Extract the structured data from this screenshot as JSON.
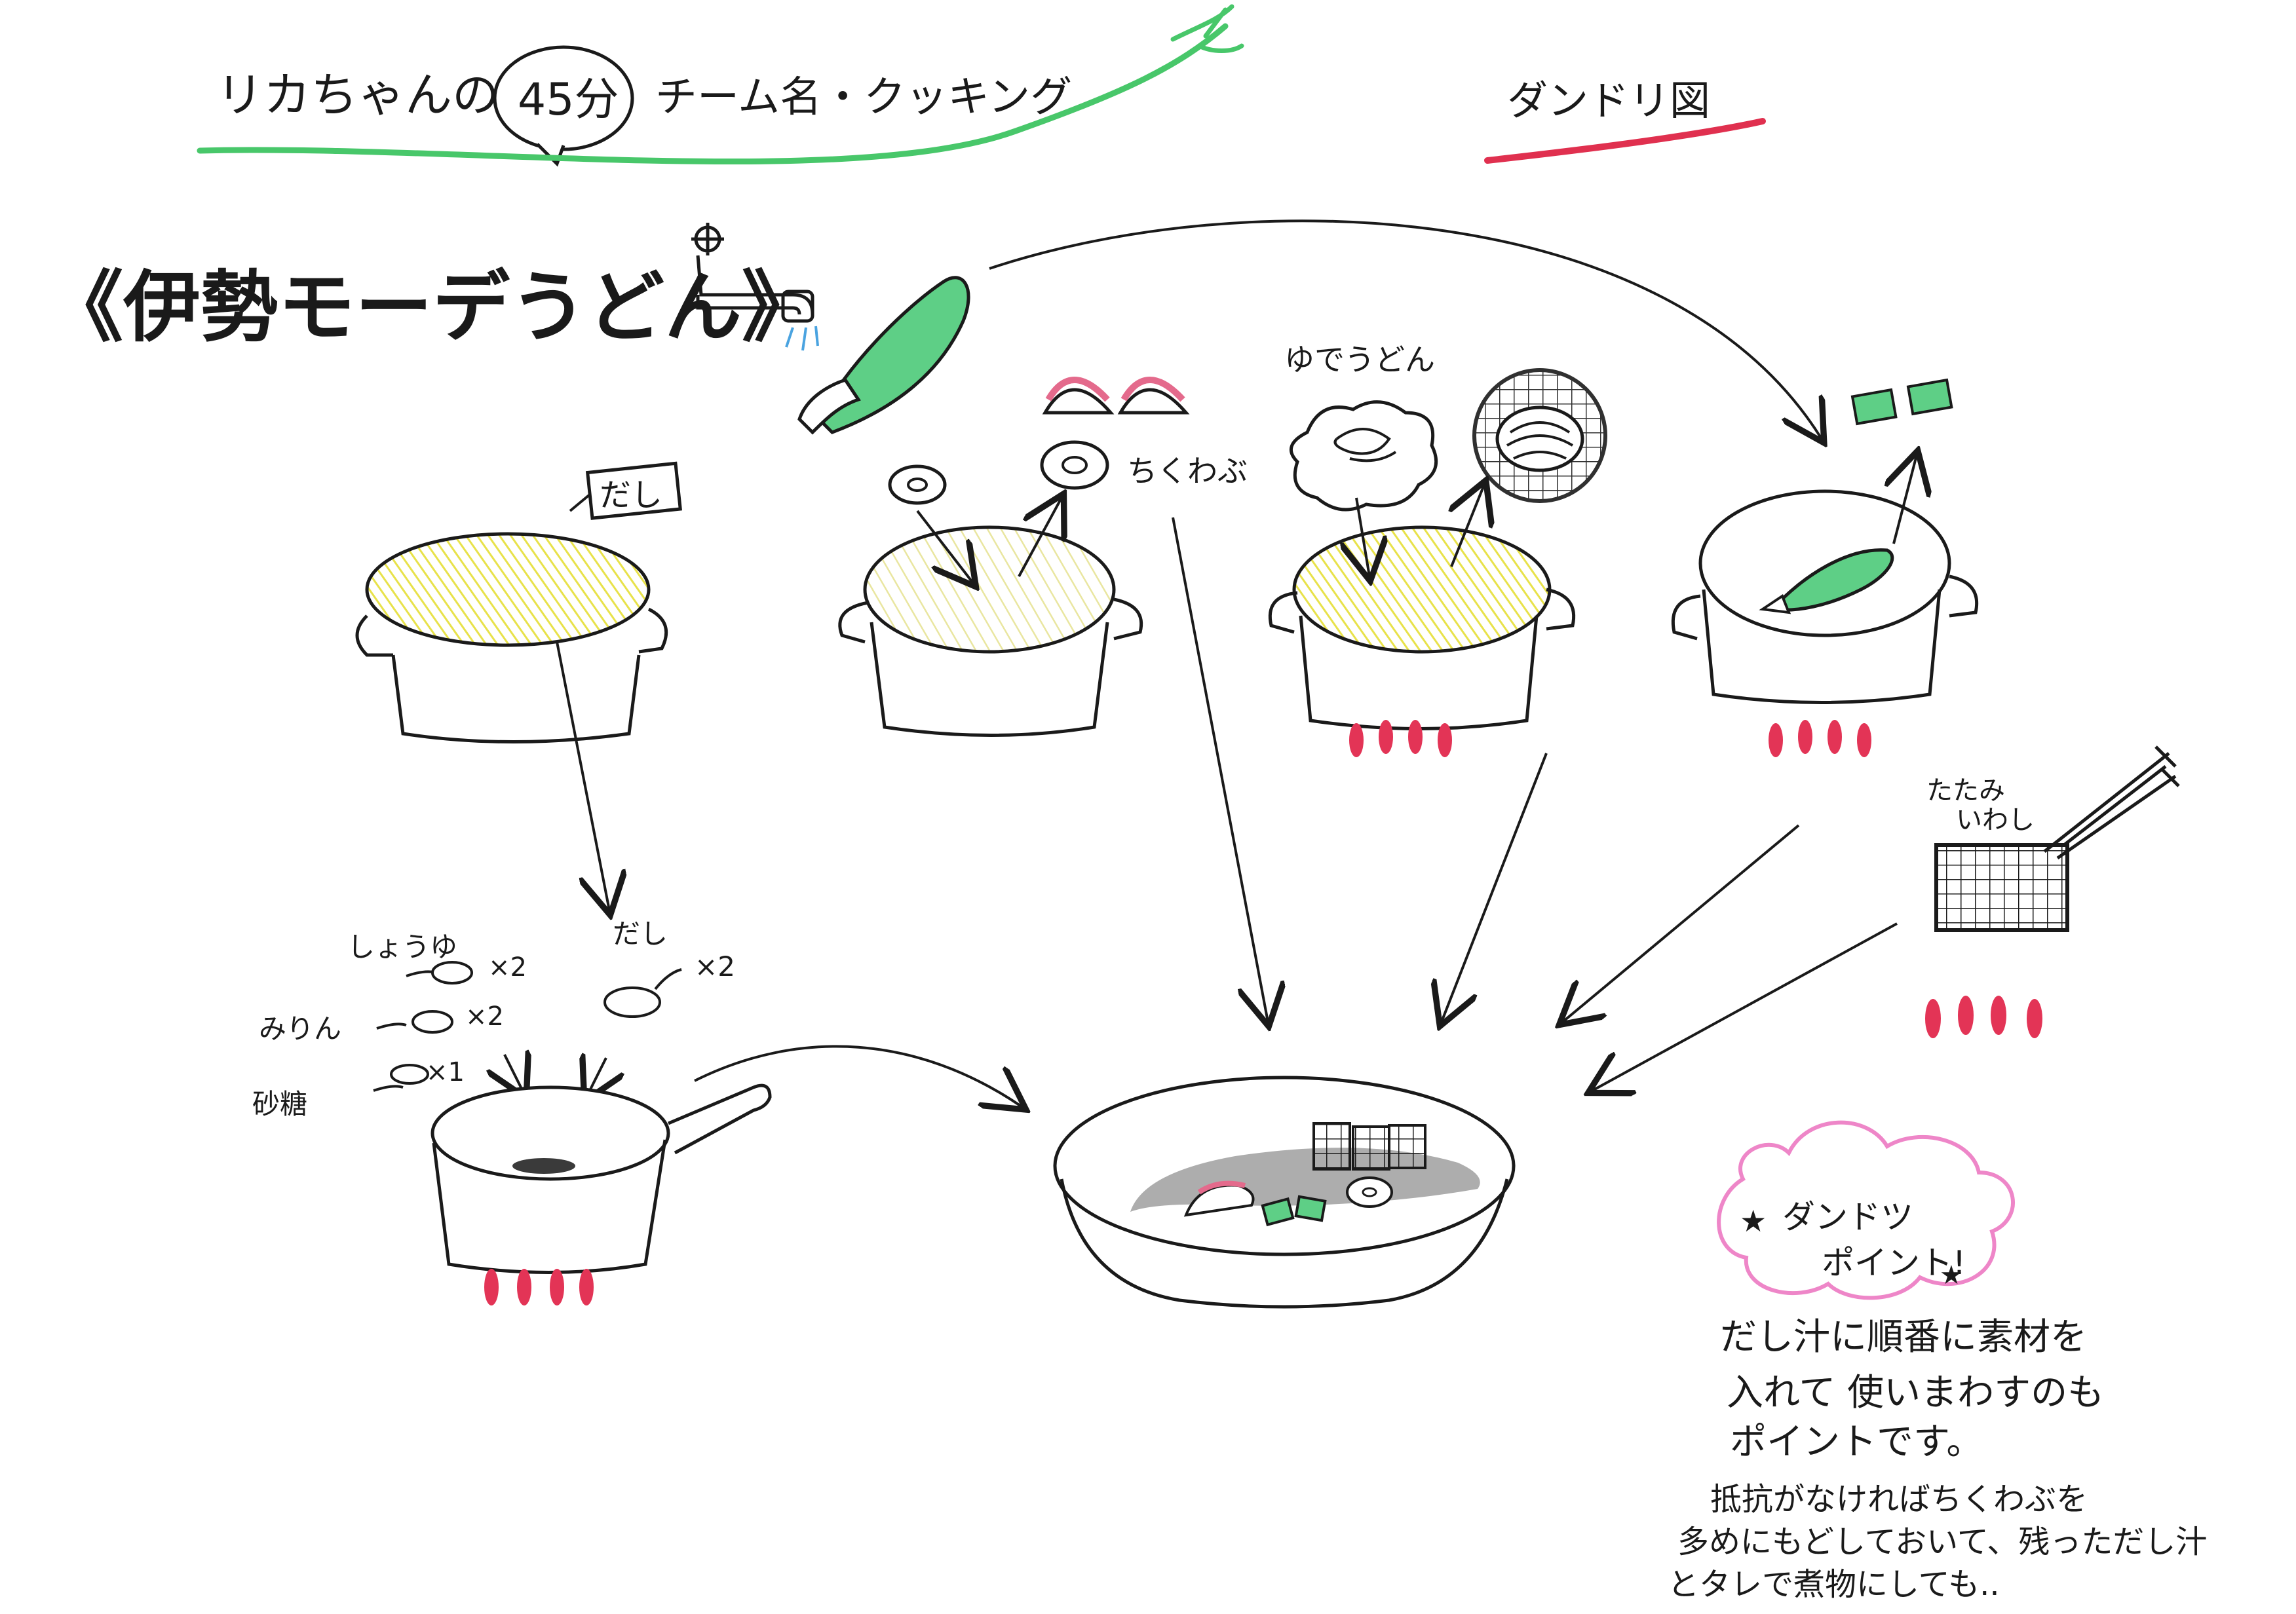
{
  "header": {
    "title_prefix": "リカちゃんの",
    "bubble_text": "45分",
    "title_suffix": "チーム名・クッキング",
    "diagram_label": "ダンドリ図",
    "accent_green": "#48c76a",
    "accent_red": "#e0304f"
  },
  "recipe": {
    "name": "《伊勢モーデうどん》"
  },
  "labels": {
    "dashi_tag": "だし",
    "chikuwabu": "ちくわぶ",
    "yude_udon": "ゆでうどん",
    "tatami_iwashi_line1": "たたみ",
    "tatami_iwashi_line2": "いわし"
  },
  "seasonings": [
    {
      "name": "しょうゆ",
      "qty": "×2"
    },
    {
      "name": "みりん",
      "qty": "×2"
    },
    {
      "name": "砂糖",
      "qty": "×1"
    },
    {
      "name": "だし",
      "qty": "×2"
    }
  ],
  "point": {
    "bubble_line1": "ダンドツ",
    "bubble_line2": "ポイント!",
    "body": [
      "だし汁に順番に素材を",
      "入れて 使いまわすのも",
      "ポイントです。"
    ],
    "note": [
      "抵抗がなければちくわぶを",
      "多めにもどしておいて、残っただし汁",
      "とタレで煮物にしても.."
    ]
  },
  "colors": {
    "broth": "#e8e24a",
    "green_onion": "#5ecf86",
    "kamaboko_pink": "#e46a8c",
    "flame": "#e33456",
    "bubble_pink": "#ee86c8",
    "ink": "#1a1a1a"
  }
}
